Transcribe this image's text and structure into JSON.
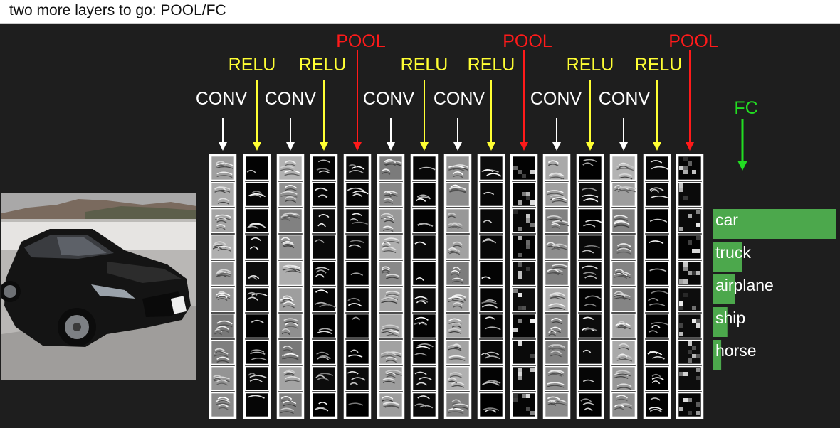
{
  "title": "two more layers to go: POOL/FC",
  "colors": {
    "conv": "#ffffff",
    "relu": "#ffff33",
    "pool": "#ff1a1a",
    "fc": "#22dd22",
    "bar": "#4ca84c",
    "background": "#1e1e1e"
  },
  "labels": {
    "conv": "CONV",
    "relu": "RELU",
    "pool": "POOL",
    "fc": "FC"
  },
  "input_image": "car photo (black hatchback)",
  "layers": [
    "conv",
    "relu",
    "conv",
    "relu",
    "pool",
    "conv",
    "relu",
    "conv",
    "relu",
    "pool",
    "conv",
    "relu",
    "conv",
    "relu",
    "pool"
  ],
  "activation_tiles_per_layer": 10,
  "predictions": [
    {
      "label": "car",
      "score": 1.0
    },
    {
      "label": "truck",
      "score": 0.24
    },
    {
      "label": "airplane",
      "score": 0.18
    },
    {
      "label": "ship",
      "score": 0.12
    },
    {
      "label": "horse",
      "score": 0.07
    }
  ]
}
